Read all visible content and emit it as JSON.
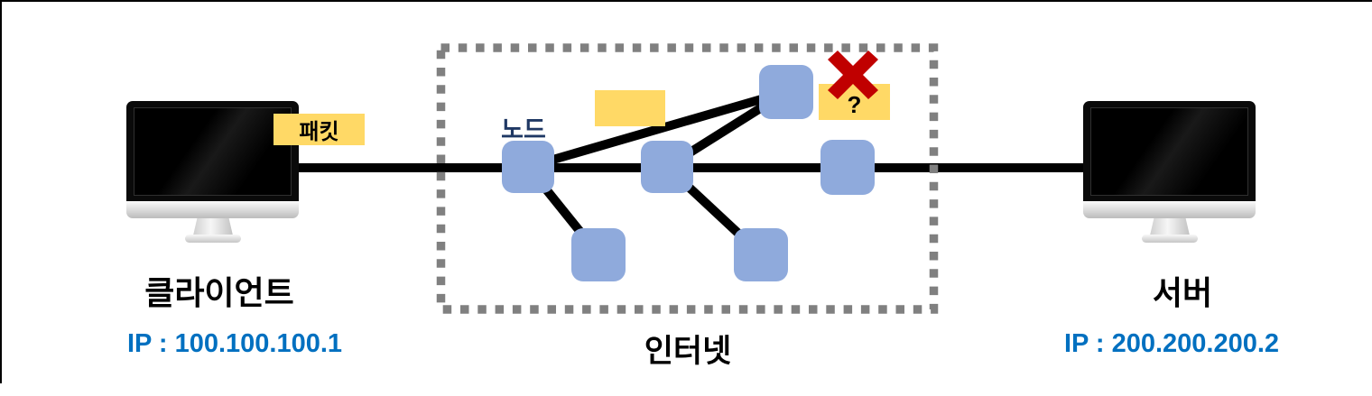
{
  "client": {
    "label": "클라이언트",
    "ip": "IP : 100.100.100.1",
    "packet_label": "패킷"
  },
  "internet": {
    "label": "인터넷",
    "node_label": "노드",
    "question_mark": "?",
    "node_count": 6
  },
  "server": {
    "label": "서버",
    "ip": "IP : 200.200.200.2"
  },
  "colors": {
    "node-blue": "#8FAADC",
    "packet-yellow": "#FFD966",
    "error-red": "#C00000",
    "dash-gray": "#808080",
    "ip-blue": "#0070C0",
    "label-navy": "#1F3864",
    "line-black": "#000000"
  }
}
